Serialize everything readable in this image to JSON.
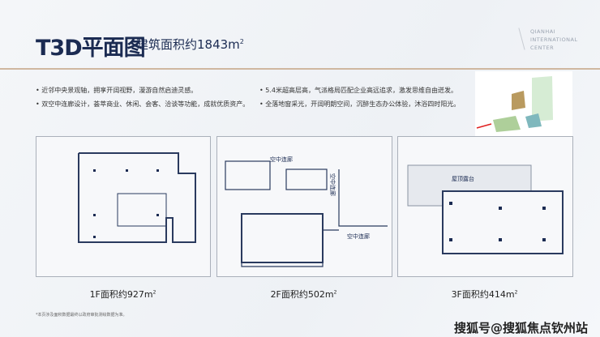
{
  "header": {
    "title": "T3D平面图",
    "subtitle": "建筑面积约1843m",
    "subtitle_sup": "2",
    "brand": [
      "QIANHAI",
      "INTERNATIONAL",
      "CENTER"
    ]
  },
  "bullets_left": [
    "近邻中央景观轴，拥享开阔视野，漫游自然启迪灵感。",
    "双空中连廊设计，荟萃商业、休闲、会客、洽谈等功能，成就优质资产。"
  ],
  "bullets_right": [
    "5.4米超高层高，气派格局匹配企业高远追求，激发思维自由迸发。",
    "全落地窗采光，开阔明朗空间，沉醉生态办公体验，沐浴四时阳光。"
  ],
  "plans": [
    {
      "caption": "1F面积约927m",
      "sup": "2"
    },
    {
      "caption": "2F面积约502m",
      "sup": "2",
      "labels": [
        "空中连廊",
        "空中连廊",
        "空中连廊"
      ]
    },
    {
      "caption": "3F面积约414m",
      "sup": "2",
      "labels": [
        "屋顶露台"
      ]
    }
  ],
  "footnote": "*本页涉及面积数据最终以政府审批测绘数据为准。",
  "watermark": "搜狐号@搜狐焦点钦州站"
}
